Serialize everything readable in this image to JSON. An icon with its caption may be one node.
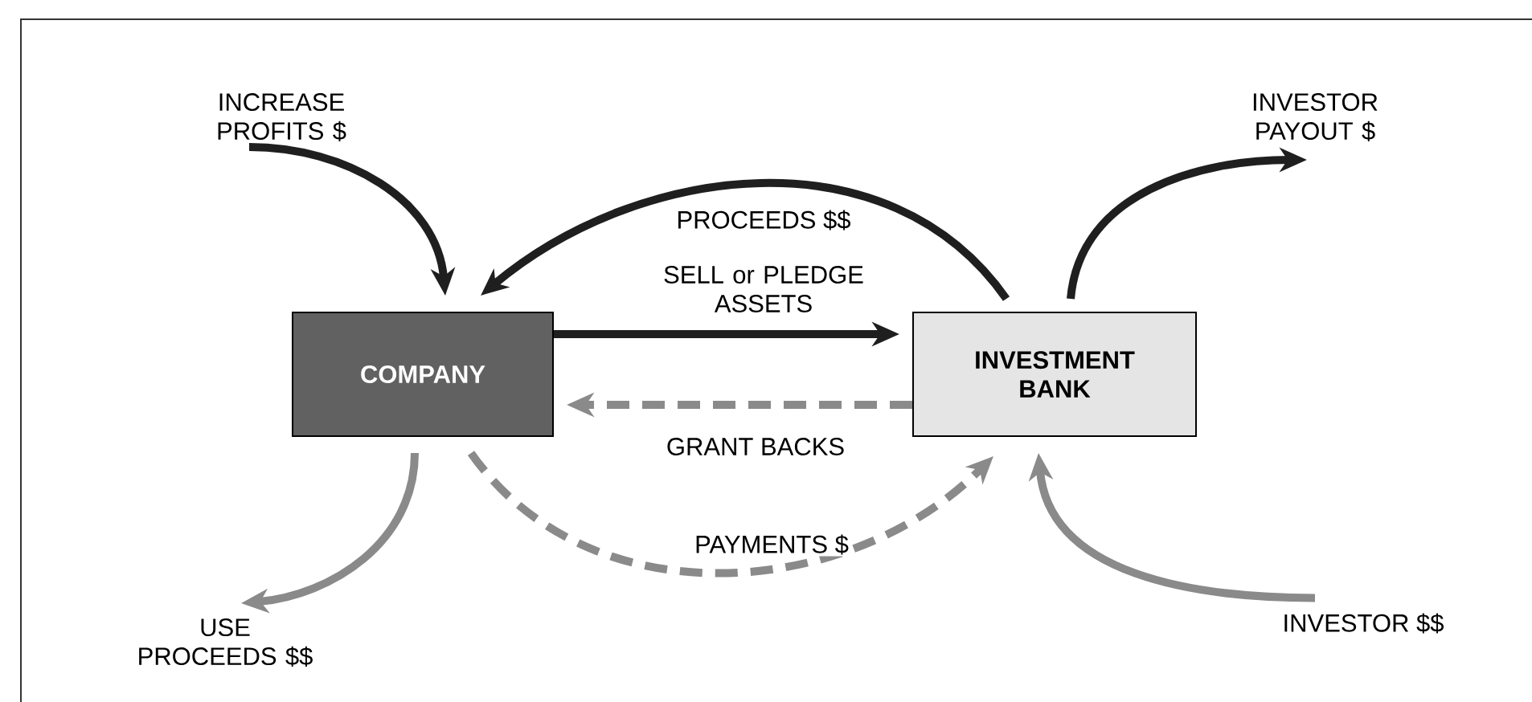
{
  "diagram": {
    "nodes": [
      {
        "text": [
          "INCREASE PROFITS $"
        ]
      },
      {
        "text": [
          "COMPANY"
        ]
      },
      {
        "text": [
          "INVESTMENT BANK"
        ]
      },
      {
        "text": [
          "INVESTOR PAYOUT $"
        ]
      },
      {
        "text": [
          "USE PROCEEDS $$"
        ]
      },
      {
        "text": [
          "INVESTOR $$"
        ]
      }
    ],
    "edges": [
      {
        "from": 0,
        "to": 1,
        "arrow": "to"
      },
      {
        "from": 2,
        "to": 1,
        "arrow": "to",
        "label": "PROCEEDS $$"
      },
      {
        "from": 1,
        "to": 2,
        "arrow": "to",
        "label": "SELL or PLEDGE ASSETS"
      },
      {
        "from": 2,
        "to": 1,
        "arrow": "to",
        "label": "GRANT BACKS",
        "style": "dashed",
        "color": "#8a8a8a"
      },
      {
        "from": 1,
        "to": 2,
        "arrow": "to",
        "label": "PAYMENTS $",
        "style": "dashed",
        "color": "#8a8a8a"
      },
      {
        "from": 2,
        "to": 3,
        "arrow": "to"
      },
      {
        "from": 1,
        "to": 4,
        "arrow": "to",
        "color": "#8a8a8a"
      },
      {
        "from": 5,
        "to": 2,
        "arrow": "to",
        "color": "#8a8a8a"
      }
    ]
  }
}
